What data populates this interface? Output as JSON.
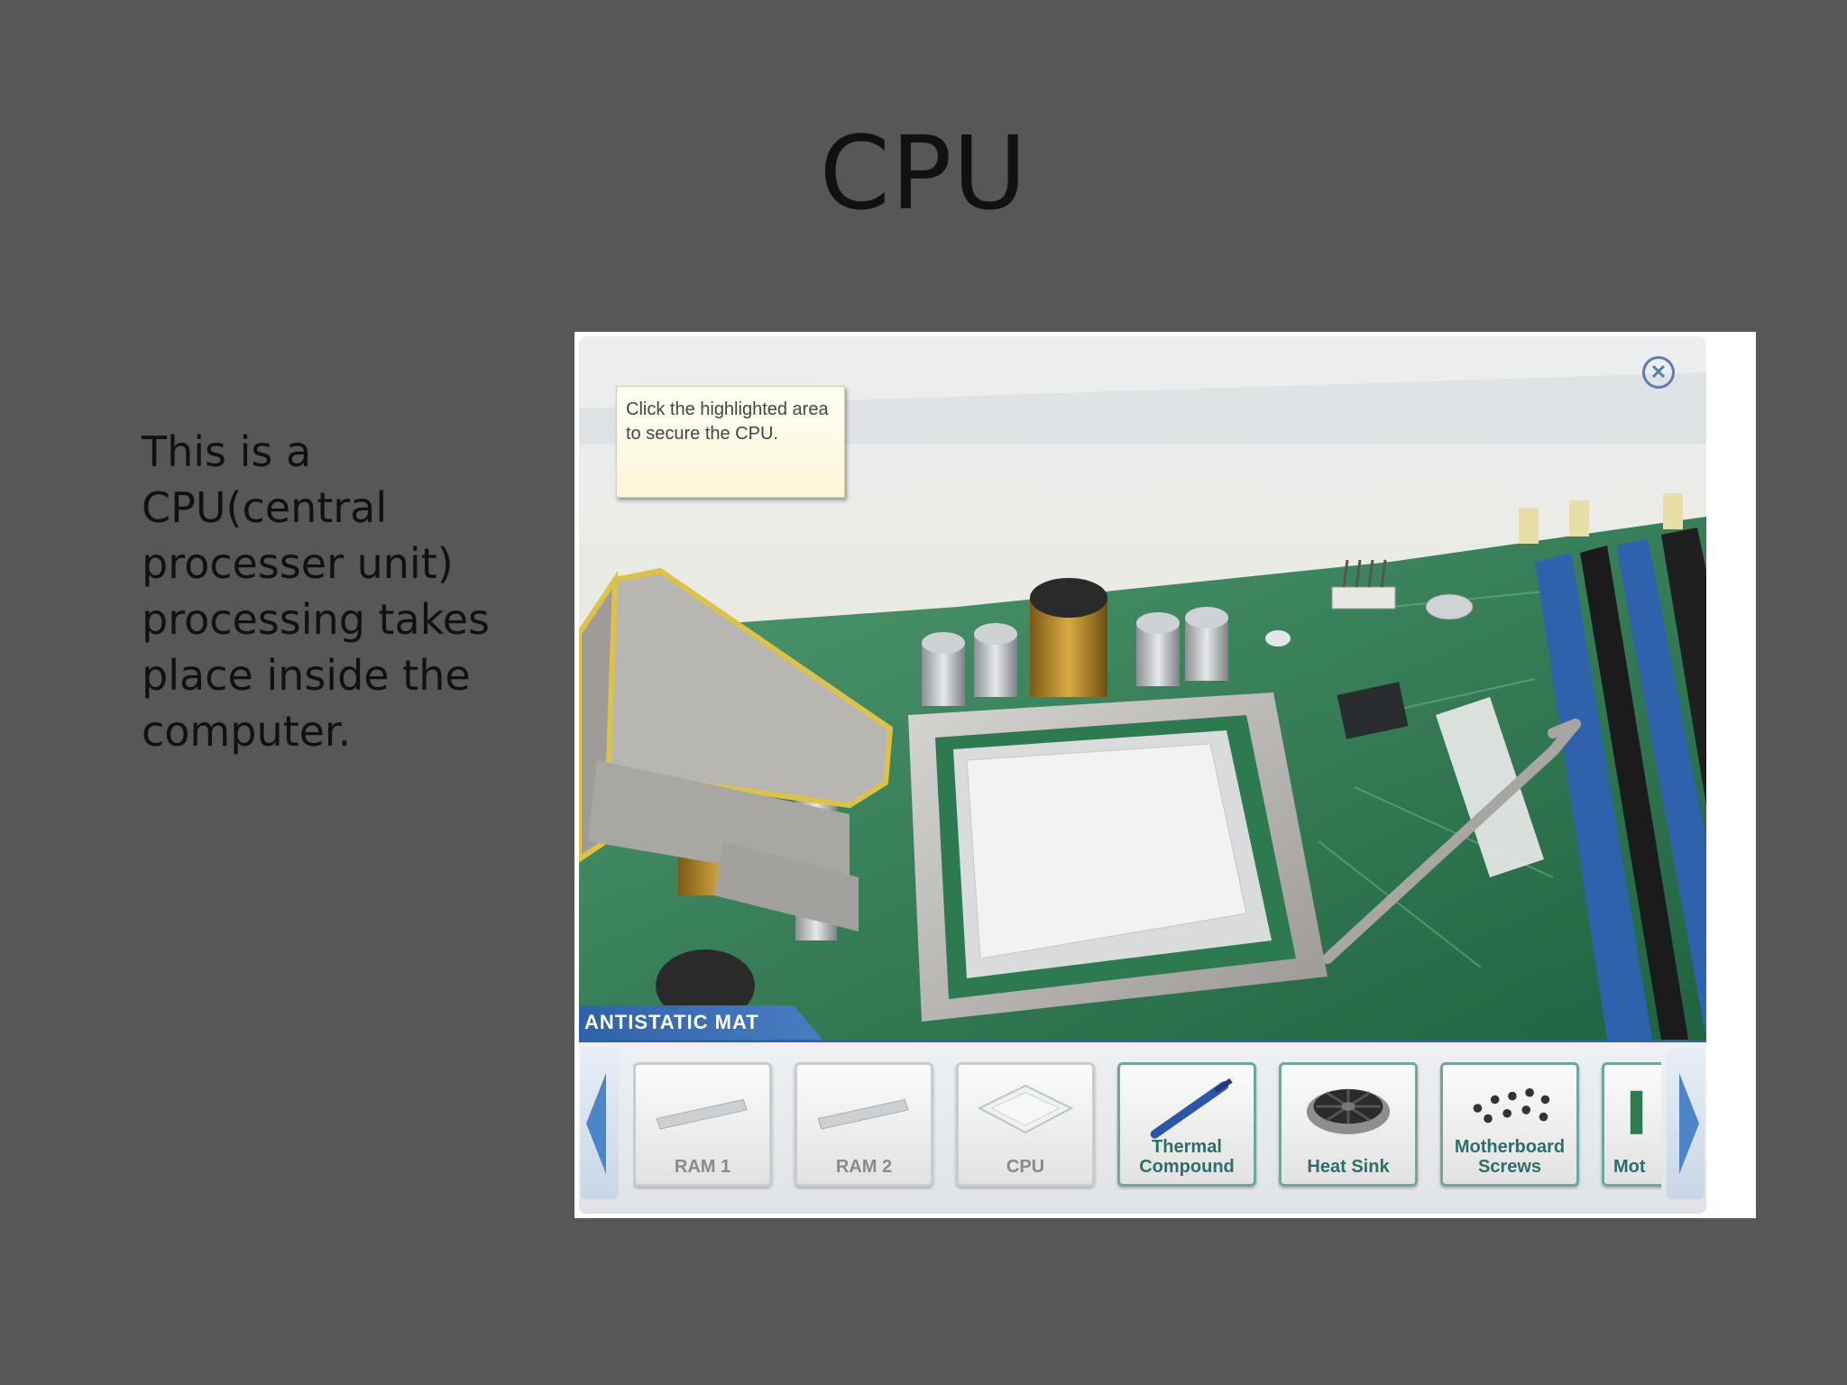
{
  "slide": {
    "title": "CPU",
    "body": "This is a CPU(central processer unit) processing takes place inside the computer."
  },
  "simulator": {
    "tooltip_line1": "Click the highlighted area",
    "tooltip_line2": "to secure the CPU.",
    "close_icon": "close-circle-icon",
    "mat_label": "ANTISTATIC MAT",
    "tray": {
      "items": [
        {
          "label": "RAM 1",
          "icon": "ram-stick-icon",
          "state": "inactive"
        },
        {
          "label": "RAM 2",
          "icon": "ram-stick-icon",
          "state": "inactive"
        },
        {
          "label": "CPU",
          "icon": "cpu-chip-icon",
          "state": "inactive"
        },
        {
          "label_line1": "Thermal",
          "label_line2": "Compound",
          "icon": "thermal-syringe-icon",
          "state": "active"
        },
        {
          "label": "Heat Sink",
          "icon": "heat-sink-fan-icon",
          "state": "active"
        },
        {
          "label_line1": "Motherboard",
          "label_line2": "Screws",
          "icon": "screws-icon",
          "state": "active"
        },
        {
          "label": "Mot",
          "icon": "motherboard-icon",
          "state": "active"
        }
      ],
      "left_arrow_icon": "chevron-left-icon",
      "right_arrow_icon": "chevron-right-icon"
    }
  },
  "colors": {
    "background": "#575757",
    "accent_blue": "#2f63a9",
    "pcb_green": "#2f7a4e",
    "active_item": "#2d6f68"
  }
}
